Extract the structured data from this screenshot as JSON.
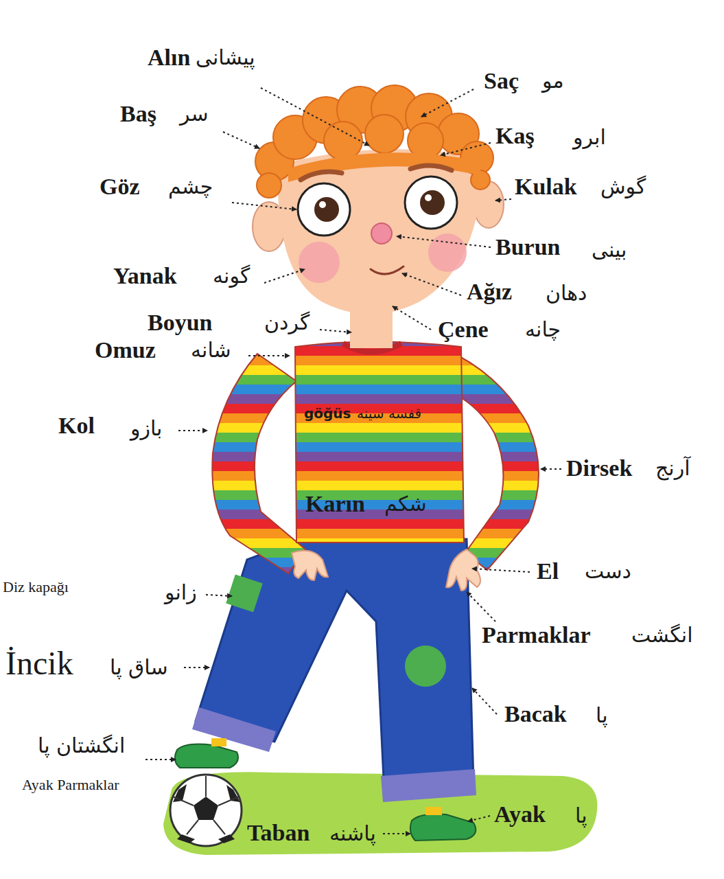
{
  "diagram": {
    "labels": [
      "Alın",
      "پیشانی",
      "Saç",
      "مو",
      "Baş",
      "سر",
      "Kaş",
      "ابرو",
      "Göz",
      "چشم",
      "Kulak",
      "گوش",
      "Burun",
      "بینی",
      "Yanak",
      "گونه",
      "Ağız",
      "دهان",
      "Boyun",
      "گردن",
      "Çene",
      "چانه",
      "Omuz",
      "شانه",
      "göğüs",
      "قفسه سینه",
      "Kol",
      "بازو",
      "Dirsek",
      "آرنج",
      "Karın",
      "شکم",
      "Diz kapağı",
      "زانو",
      "El",
      "دست",
      "Parmaklar",
      "انگشت",
      "İncik",
      "ساق پا",
      "Bacak",
      "پا",
      "انگشتان پا",
      "Ayak Parmaklar",
      "Ayak",
      "پا",
      "Taban",
      "پاشنه"
    ]
  }
}
